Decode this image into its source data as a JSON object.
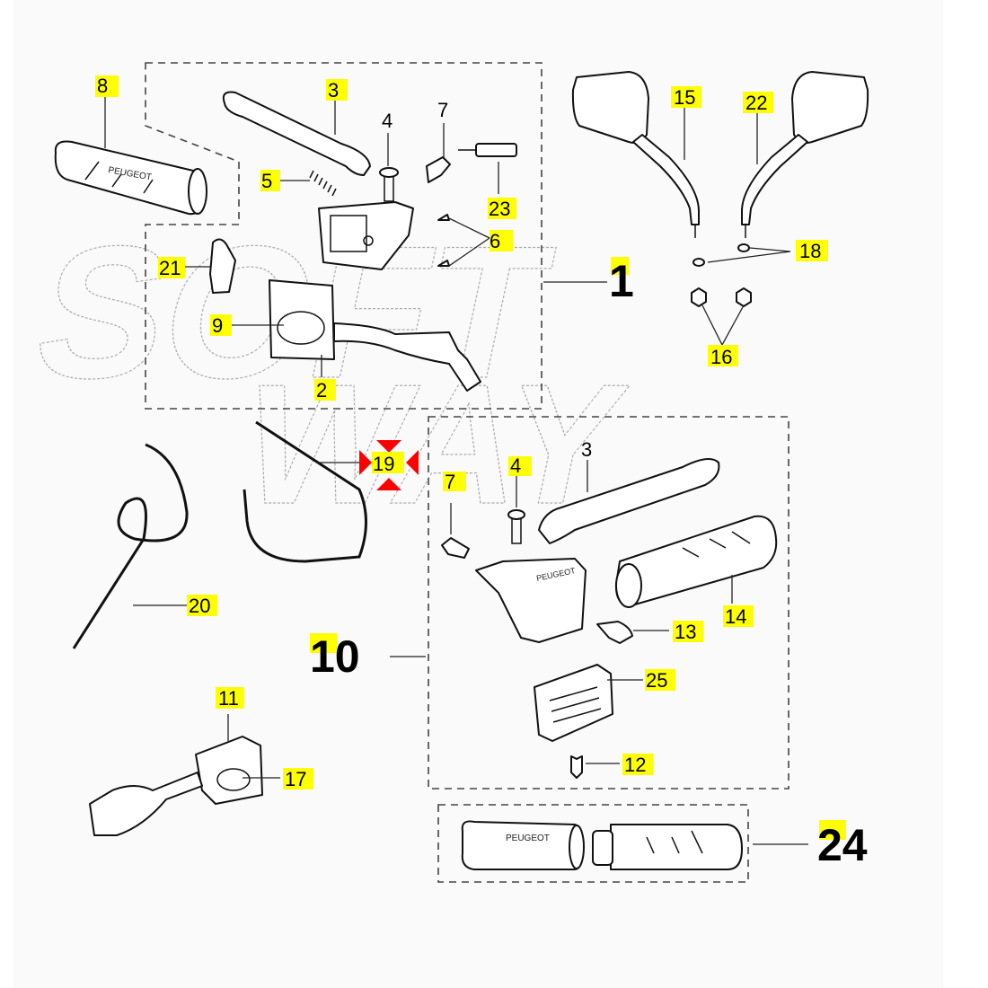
{
  "diagram": {
    "title": "Handlebar controls exploded parts diagram",
    "watermark": "SOFTWAY",
    "brand_text": "PEUGEOT",
    "colors": {
      "background": "#fafafa",
      "highlight": "#ffff00",
      "marker": "#ff0000",
      "line": "#111111"
    },
    "groups": [
      {
        "id": "1",
        "label": "1"
      },
      {
        "id": "10",
        "label": "10"
      },
      {
        "id": "24",
        "label": "24"
      }
    ],
    "callouts": {
      "c8": "8",
      "c3a": "3",
      "c4a": "4",
      "c7a": "7",
      "c5": "5",
      "c23": "23",
      "c6": "6",
      "c21": "21",
      "c9": "9",
      "c2": "2",
      "c15": "15",
      "c22": "22",
      "c18": "18",
      "c16": "16",
      "c19": "19",
      "c3b": "3",
      "c4b": "4",
      "c7b": "7",
      "c20": "20",
      "c14": "14",
      "c13": "13",
      "c25": "25",
      "c11": "11",
      "c17": "17",
      "c12": "12"
    },
    "selected_part": "19"
  }
}
